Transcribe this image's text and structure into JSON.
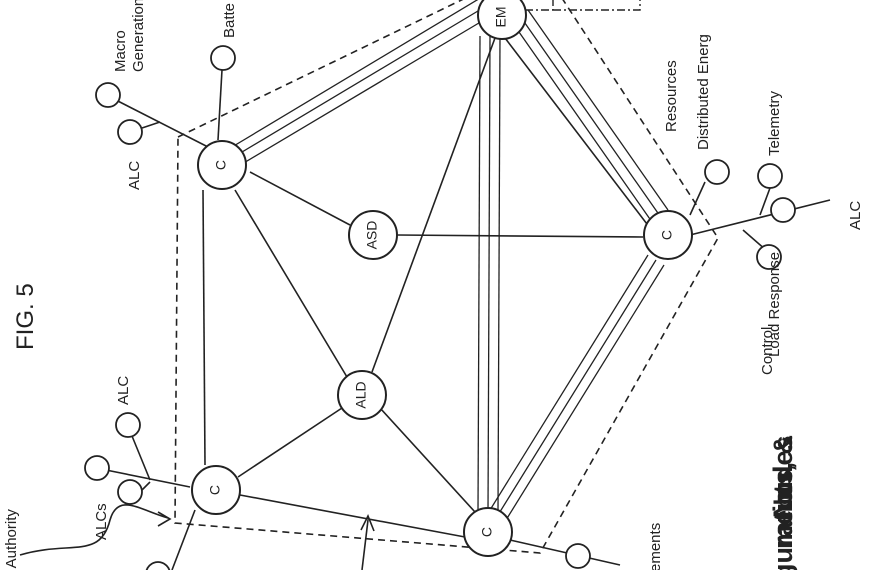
{
  "figure": {
    "title": "FIG. 5"
  },
  "nodes": {
    "c_top": "C",
    "c_right": "C",
    "c_bottom": "C",
    "c_left": "C",
    "em": "EM",
    "asd": "ASD",
    "ald": "ALD"
  },
  "labels": {
    "macro_generation": "Macro\nGeneration",
    "battery": "Batte",
    "alc_top": "ALC",
    "distributed_energy": "Distributed Energ\nResources",
    "telemetry": "Telemetry",
    "alc_right": "ALC",
    "control_load_response": "Control\nLoad Response",
    "alc_mid": "ALC",
    "alcs": "ALCs",
    "authority": "g Authority",
    "elements": "ements",
    "caption": "guration,\nments, &\nNodes"
  }
}
